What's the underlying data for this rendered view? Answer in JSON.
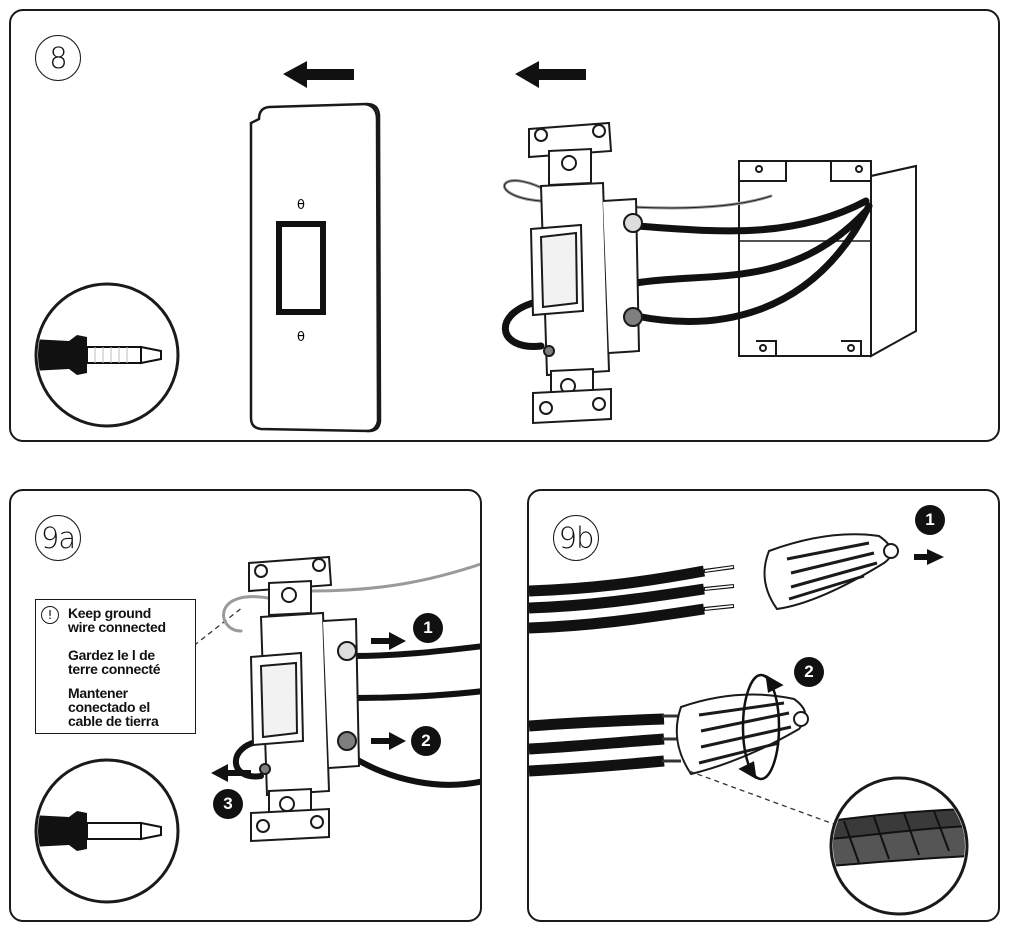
{
  "panels": {
    "step8": {
      "label": "8"
    },
    "step9a": {
      "label": "9a",
      "badges": [
        "1",
        "2",
        "3"
      ],
      "note": {
        "icon": "exclamation-icon",
        "icon_glyph": "!",
        "english": "Keep ground\nwire connected",
        "french": "Gardez le   l de\nterre connecté",
        "spanish": "Mantener\nconectado el\ncable de tierra"
      }
    },
    "step9b": {
      "label": "9b",
      "badges": [
        "1",
        "2"
      ]
    }
  },
  "colors": {
    "ink": "#1a1a1a",
    "wire": "#111111",
    "ground_wire": "#9a9a9a",
    "screw": "#7f7f7f"
  },
  "icons": [
    "screwdriver-icon",
    "arrow-left-icon",
    "arrow-right-icon",
    "rotate-arrows-icon",
    "wire-nut-icon"
  ]
}
